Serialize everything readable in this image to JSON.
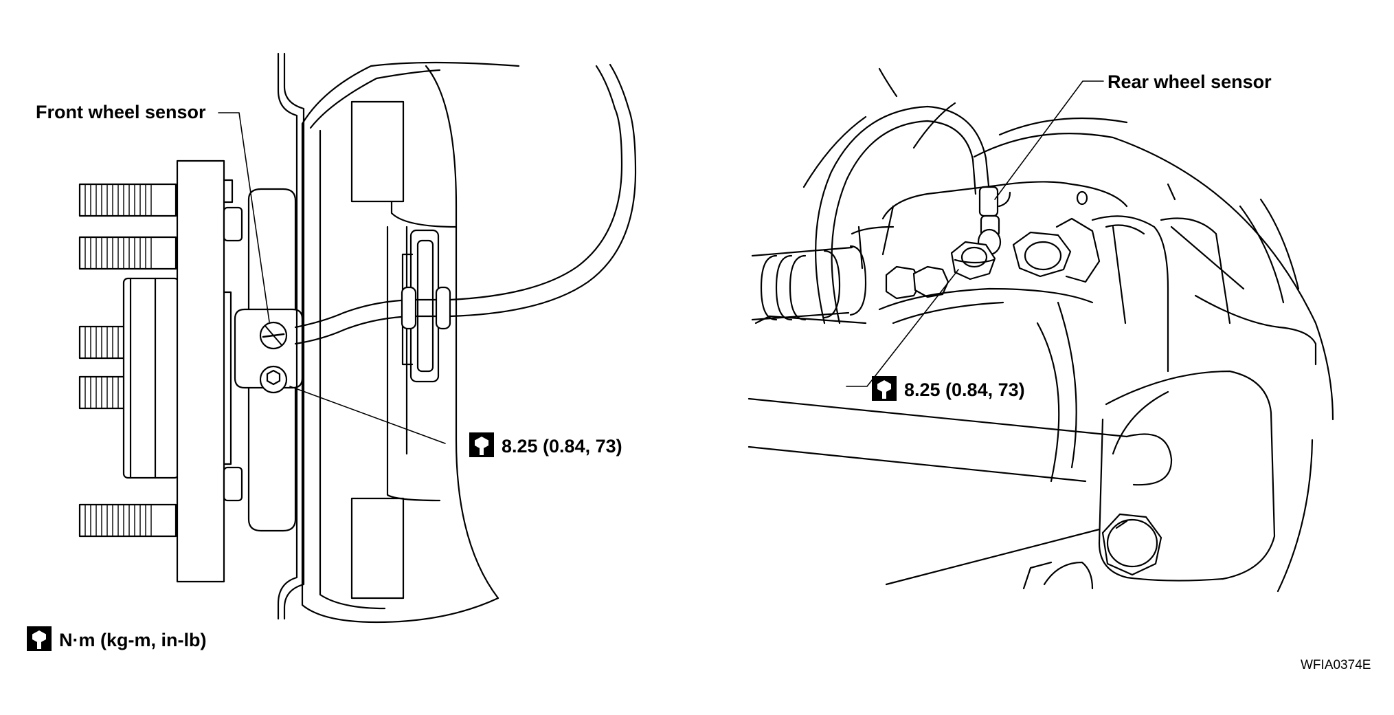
{
  "labels": {
    "front_sensor": "Front wheel sensor",
    "rear_sensor": "Rear wheel sensor",
    "front_torque": "8.25 (0.84, 73)",
    "rear_torque": "8.25 (0.84, 73)",
    "units_legend": "N·m (kg-m, in-lb)",
    "figure_code": "WFIA0374E"
  },
  "icons": {
    "torque": "torque-wrench-icon"
  },
  "colors": {
    "line": "#000000",
    "background": "#ffffff"
  }
}
